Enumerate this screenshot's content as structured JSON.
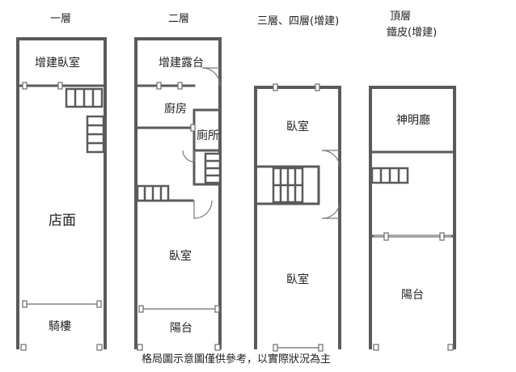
{
  "colors": {
    "wall": "#5a5a5a",
    "line": "#6a6a6a",
    "fill": "#ffffff"
  },
  "floors": {
    "f1": {
      "title": "一層",
      "rooms": {
        "bedroom": "增建臥室",
        "shop": "店面",
        "arcade": "騎樓"
      }
    },
    "f2": {
      "title": "二層",
      "rooms": {
        "terrace": "增建露台",
        "kitchen": "廚房",
        "toilet": "廁所",
        "bedroom": "臥室",
        "balcony": "陽台"
      }
    },
    "f34": {
      "title": "三層、四層(增建)",
      "rooms": {
        "bedroom_top": "臥室",
        "bedroom_bottom": "臥室"
      }
    },
    "roof": {
      "title_line1": "頂層",
      "title_line2": "鐵皮(增建)",
      "rooms": {
        "shrine": "神明廳",
        "balcony": "陽台"
      }
    }
  },
  "caption": "格局圖示意圖僅供參考，以實際狀況為主"
}
